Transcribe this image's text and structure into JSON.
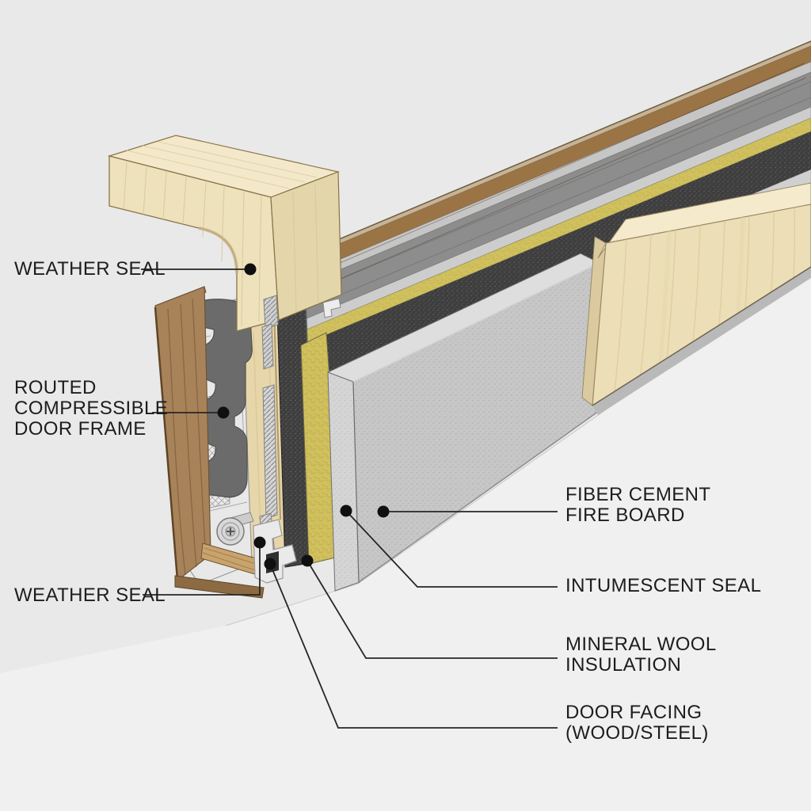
{
  "title": "Fire door edge assembly cutaway diagram",
  "labels": {
    "weather_seal_top": "WEATHER SEAL",
    "routed_frame_line1": "ROUTED",
    "routed_frame_line2": "COMPRESSIBLE",
    "routed_frame_line3": "DOOR FRAME",
    "weather_seal_bottom": "WEATHER SEAL",
    "fiber_cement_line1": "FIBER CEMENT",
    "fiber_cement_line2": "FIRE BOARD",
    "intumescent": "INTUMESCENT SEAL",
    "mineral_wool_line1": "MINERAL WOOL",
    "mineral_wool_line2": "INSULATION",
    "door_facing_line1": "DOOR FACING",
    "door_facing_line2": "(WOOD/STEEL)"
  },
  "colors": {
    "background": "#e9e9e9",
    "floor": "#f0f0f0",
    "pale_wood": "#ecdeb7",
    "pale_wood_top": "#f5ebcc",
    "pale_wood_edge": "#dbc9a0",
    "block_front": "#eee2bd",
    "block_top": "#f3e9ca",
    "block_side": "#e4d6ab",
    "door_edge_wood": "#e7d6a9",
    "walnut": "#9b7446",
    "walnut_cap": "#c8b493",
    "walnut_light": "#c8a36b",
    "frame_wood": "#a8835a",
    "frame_wood_dark": "#8d6b42",
    "fiber_cement": "#c7c7c7",
    "fiber_cement_top": "#dedede",
    "fiber_cement_edge": "#d5d5d5",
    "mineral_wool": "#d0c15e",
    "intumescent": "#3e3e3e",
    "aluminum": "#e8e8e8",
    "rubber_seal": "#6b6b6b",
    "leader": "#262626",
    "dot": "#101010",
    "label_text": "#1d1d1d"
  }
}
